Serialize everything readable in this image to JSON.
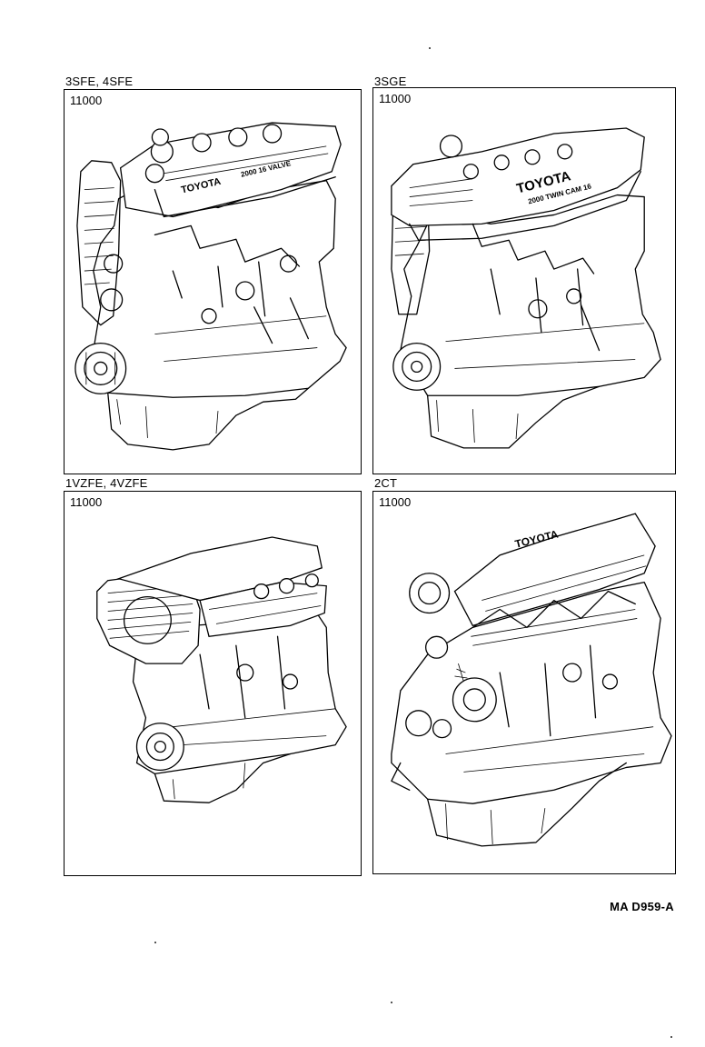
{
  "panels": [
    {
      "caption": "3SFE, 4SFE",
      "part_number": "11000",
      "block_label": "TOYOTA",
      "cover_text": "2000 16 VALVE"
    },
    {
      "caption": "3SGE",
      "part_number": "11000",
      "block_label": "TOYOTA",
      "cover_text": "2000 TWIN CAM 16"
    },
    {
      "caption": "1VZFE, 4VZFE",
      "part_number": "11000",
      "block_label": "",
      "cover_text": ""
    },
    {
      "caption": "2CT",
      "part_number": "11000",
      "block_label": "TOYOTA",
      "cover_text": ""
    }
  ],
  "reference_code": "MA D959-A",
  "icons": [
    "engine-3sfe-illustration",
    "engine-3sge-illustration",
    "engine-1vzfe-illustration",
    "engine-2ct-illustration"
  ]
}
